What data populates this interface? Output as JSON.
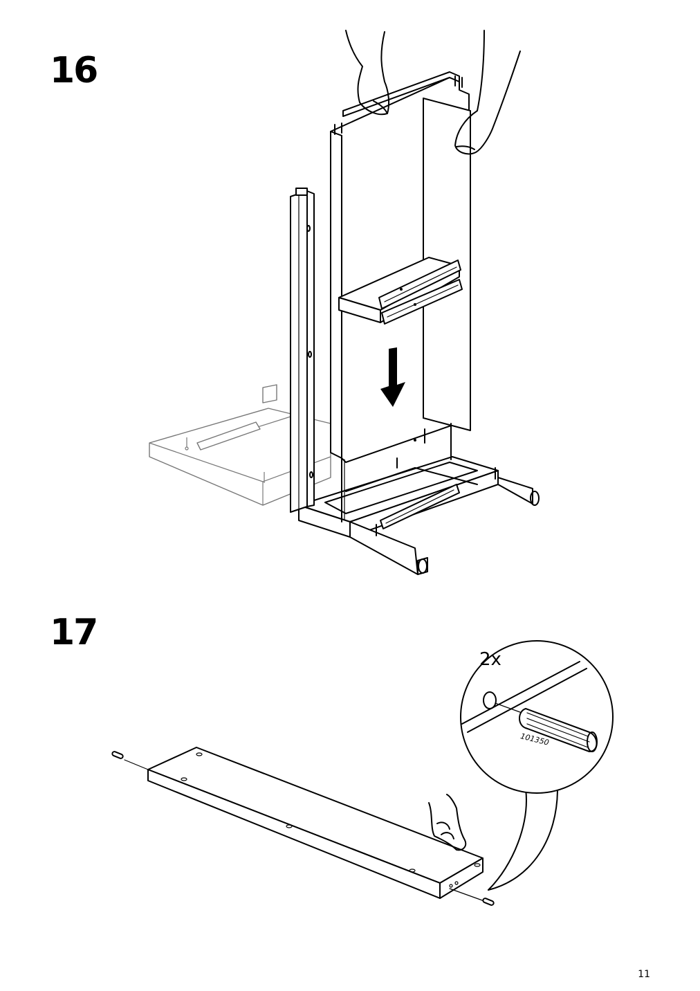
{
  "steps": [
    {
      "number": "16"
    },
    {
      "number": "17",
      "callout": {
        "quantity": "2x",
        "part_number": "101350"
      }
    }
  ],
  "page_number": "11"
}
